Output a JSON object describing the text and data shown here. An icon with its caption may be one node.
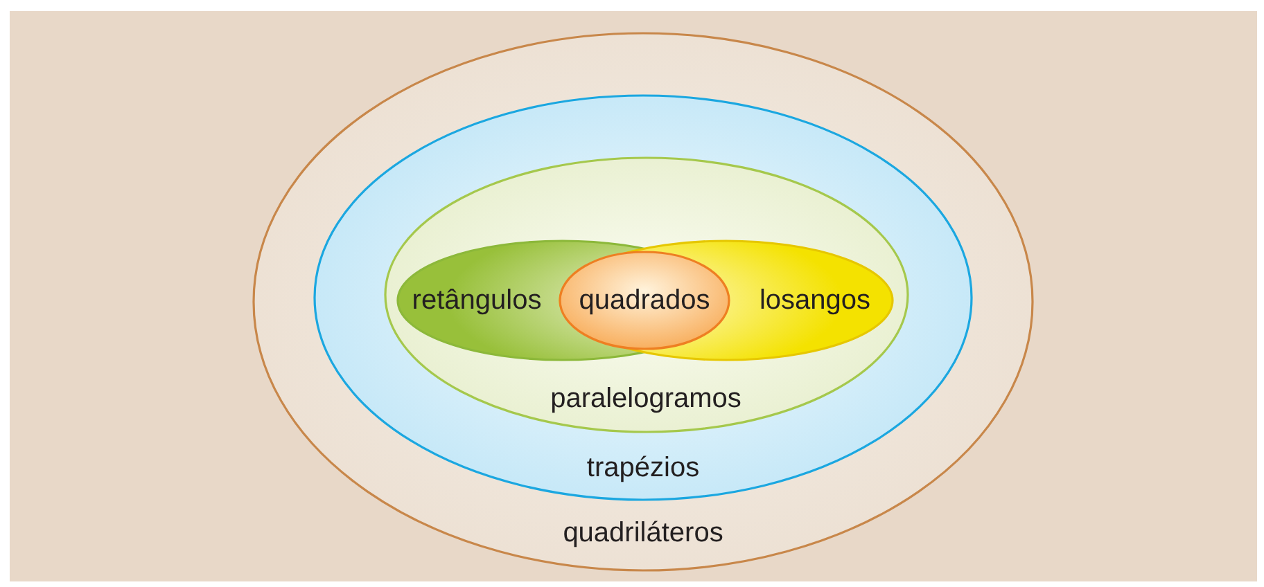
{
  "diagram": {
    "nodes": [
      {
        "text": [
          "quadriláteros"
        ]
      },
      {
        "text": [
          "trapézios"
        ],
        "in": 0
      },
      {
        "text": [
          "paralelogramos"
        ],
        "in": 1
      },
      {
        "text": [
          "retângulos"
        ],
        "in": 2
      },
      {
        "text": [
          "losangos"
        ],
        "in": 2
      },
      {
        "text": [
          "quadrados"
        ]
      }
    ],
    "edges": []
  }
}
